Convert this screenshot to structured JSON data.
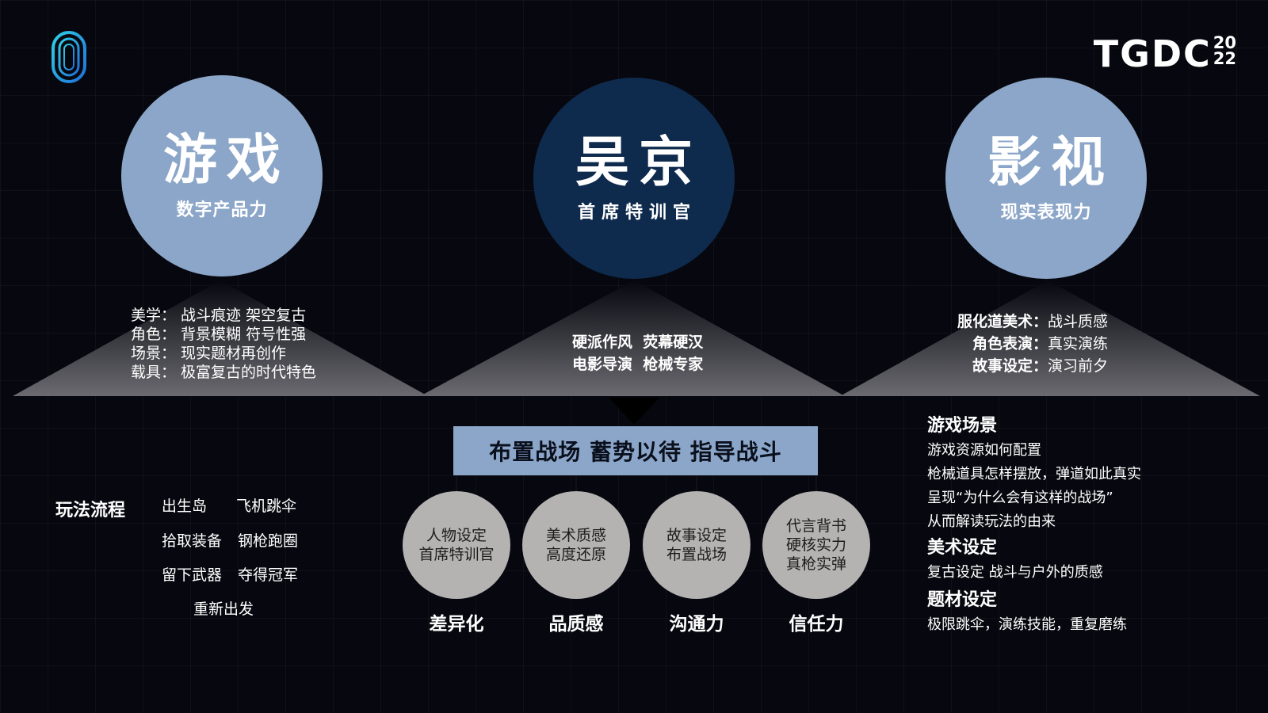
{
  "brand": {
    "main": "TGDC",
    "year_top": "20",
    "year_bottom": "22"
  },
  "colors": {
    "background": "#07080f",
    "circle_light": "#8ba6c8",
    "circle_dark": "#0e2a4d",
    "bubble": "#b4b3b1",
    "logo_accent": "#2fd0e6"
  },
  "icons": {
    "logo": "ring-logo-icon",
    "arrow": "arrow-down-icon"
  },
  "circles": {
    "left": {
      "title": "游戏",
      "subtitle": "数字产品力"
    },
    "center": {
      "title": "吴京",
      "subtitle": "首席特训官"
    },
    "right": {
      "title": "影视",
      "subtitle": "现实表现力"
    }
  },
  "left_triangle": {
    "lines": [
      "美学： 战斗痕迹 架空复古",
      "角色： 背景模糊 符号性强",
      "场景： 现实题材再创作",
      "载具： 极富复古的时代特色"
    ]
  },
  "center_triangle": {
    "lines": [
      "硬派作风  荧幕硬汉",
      "电影导演  枪械专家"
    ]
  },
  "right_triangle": {
    "rows": [
      {
        "label": "服化道美术：",
        "value": "战斗质感"
      },
      {
        "label": "角色表演：",
        "value": "真实演练"
      },
      {
        "label": "故事设定：",
        "value": "演习前夕"
      }
    ]
  },
  "banner": {
    "text": "布置战场 蓄势以待 指导战斗"
  },
  "bubbles": [
    {
      "lines": [
        "人物设定",
        "首席特训官"
      ],
      "label": "差异化"
    },
    {
      "lines": [
        "美术质感",
        "高度还原"
      ],
      "label": "品质感"
    },
    {
      "lines": [
        "故事设定",
        "布置战场"
      ],
      "label": "沟通力"
    },
    {
      "lines": [
        "代言背书",
        "硬核实力",
        "真枪实弹"
      ],
      "label": "信任力"
    }
  ],
  "gameplay": {
    "title": "玩法流程",
    "items": [
      "出生岛",
      "飞机跳伞",
      "拾取装备",
      "钢枪跑圈",
      "留下武器",
      "夺得冠军",
      "重新出发"
    ]
  },
  "right_panel": {
    "section1": {
      "heading": "游戏场景",
      "lines": [
        "游戏资源如何配置",
        "枪械道具怎样摆放，弹道如此真实",
        "呈现“为什么会有这样的战场”",
        "从而解读玩法的由来"
      ]
    },
    "section2": {
      "heading": "美术设定",
      "lines": [
        "复古设定 战斗与户外的质感"
      ]
    },
    "section3": {
      "heading": "题材设定",
      "lines": [
        "极限跳伞，演练技能，重复磨练"
      ]
    }
  }
}
